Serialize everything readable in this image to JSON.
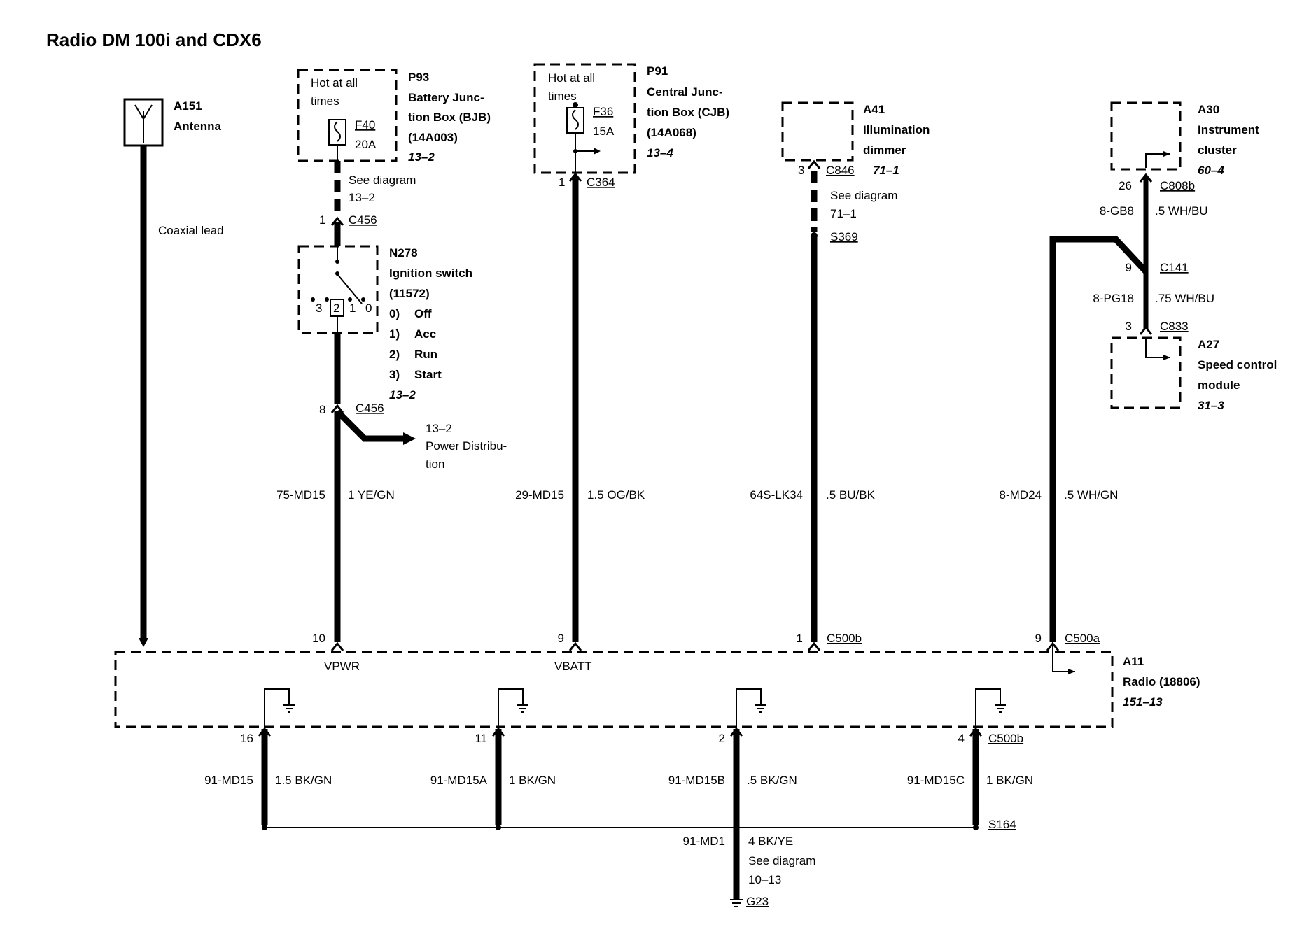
{
  "title": "Radio DM 100i and CDX6",
  "antenna": {
    "id": "A151",
    "name": "Antenna",
    "lead": "Coaxial lead"
  },
  "bjb": {
    "hot": [
      "Hot at all",
      "times"
    ],
    "fuse": "F40",
    "amp": "20A",
    "id": "P93",
    "name1": "Battery Junc-",
    "name2": "tion Box (BJB)",
    "part": "(14A003)",
    "ref": "13–2",
    "see1": "See diagram",
    "see2": "13–2"
  },
  "cjb": {
    "hot": [
      "Hot at all",
      "times"
    ],
    "fuse": "F36",
    "amp": "15A",
    "id": "P91",
    "name1": "Central Junc-",
    "name2": "tion Box (CJB)",
    "part": "(14A068)",
    "ref": "13–4",
    "pin": "1",
    "conn": "C364"
  },
  "ignition": {
    "pin_top": "1",
    "conn_top": "C456",
    "id": "N278",
    "name": "Ignition switch",
    "part": "(11572)",
    "positions": [
      {
        "n": "0)",
        "label": "Off"
      },
      {
        "n": "1)",
        "label": "Acc"
      },
      {
        "n": "2)",
        "label": "Run"
      },
      {
        "n": "3)",
        "label": "Start"
      }
    ],
    "ref": "13–2",
    "switch_pins": [
      "3",
      "2",
      "1",
      "0"
    ],
    "pin_bot": "8",
    "conn_bot": "C456",
    "branch": [
      "13–2",
      "Power Distribu-",
      "tion"
    ]
  },
  "dimmer": {
    "id": "A41",
    "name1": "Illumination",
    "name2": "dimmer",
    "pin": "3",
    "conn": "C846",
    "ref": "71–1",
    "see1": "See diagram",
    "see2": "71–1",
    "splice": "S369"
  },
  "cluster": {
    "id": "A30",
    "name1": "Instrument",
    "name2": "cluster",
    "ref": "60–4",
    "pin": "26",
    "conn": "C808b",
    "circuit": "8-GB8",
    "color": ".5 WH/BU",
    "pin2": "9",
    "conn2": "C141",
    "circuit2": "8-PG18",
    "color2": ".75 WH/BU",
    "pin3": "3",
    "conn3": "C833"
  },
  "speed": {
    "id": "A27",
    "name1": "Speed control",
    "name2": "module",
    "ref": "31–3"
  },
  "wires": [
    {
      "circuit": "75-MD15",
      "color": "1 YE/GN",
      "pin": "10",
      "signal": "VPWR"
    },
    {
      "circuit": "29-MD15",
      "color": "1.5 OG/BK",
      "pin": "9",
      "signal": "VBATT"
    },
    {
      "circuit": "64S-LK34",
      "color": ".5 BU/BK",
      "pin": "1",
      "conn": "C500b"
    },
    {
      "circuit": "8-MD24",
      "color": ".5 WH/GN",
      "pin": "9",
      "conn": "C500a"
    }
  ],
  "radio": {
    "id": "A11",
    "name": "Radio (18806)",
    "ref": "151–13"
  },
  "grounds": [
    {
      "pin": "16",
      "circuit": "91-MD15",
      "color": "1.5 BK/GN"
    },
    {
      "pin": "11",
      "circuit": "91-MD15A",
      "color": "1 BK/GN"
    },
    {
      "pin": "2",
      "circuit": "91-MD15B",
      "color": ".5 BK/GN"
    },
    {
      "pin": "4",
      "circuit": "91-MD15C",
      "color": "1 BK/GN",
      "conn": "C500b"
    }
  ],
  "ground_splice": "S164",
  "ground_main": {
    "circuit": "91-MD1",
    "color": "4 BK/YE",
    "see1": "See diagram",
    "see2": "10–13",
    "ground": "G23"
  }
}
